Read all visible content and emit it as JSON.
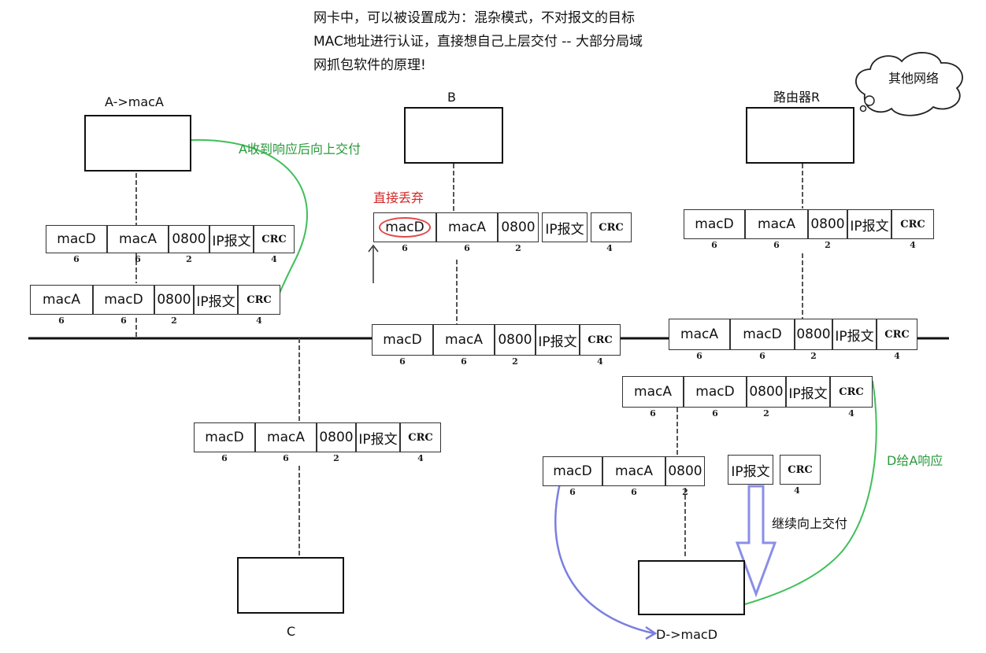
{
  "note": {
    "line1": "网卡中，可以被设置成为：混杂模式，不对报文的目标",
    "line2": "MAC地址进行认证，直接想自己上层交付 -- 大部分局域",
    "line3": "网抓包软件的原理!"
  },
  "hosts": {
    "a": "A->macA",
    "b": "B",
    "c": "C",
    "router": "路由器R",
    "d": "D->macD",
    "other_network": "其他网络"
  },
  "annotations": {
    "a_receive": "A收到响应后向上交付",
    "drop": "直接丢弃",
    "d_response": "D给A响应",
    "continue_up": "继续向上交付"
  },
  "fields": {
    "macD": "macD",
    "macA": "macA",
    "type": "0800",
    "ip": "IP报文",
    "crc": "CRC"
  },
  "field_sizes": {
    "mac": "6",
    "type": "2",
    "crc": "4"
  },
  "colors": {
    "green": "#2a9a3c",
    "red": "#d32626",
    "blue": "#7b7fe0"
  }
}
